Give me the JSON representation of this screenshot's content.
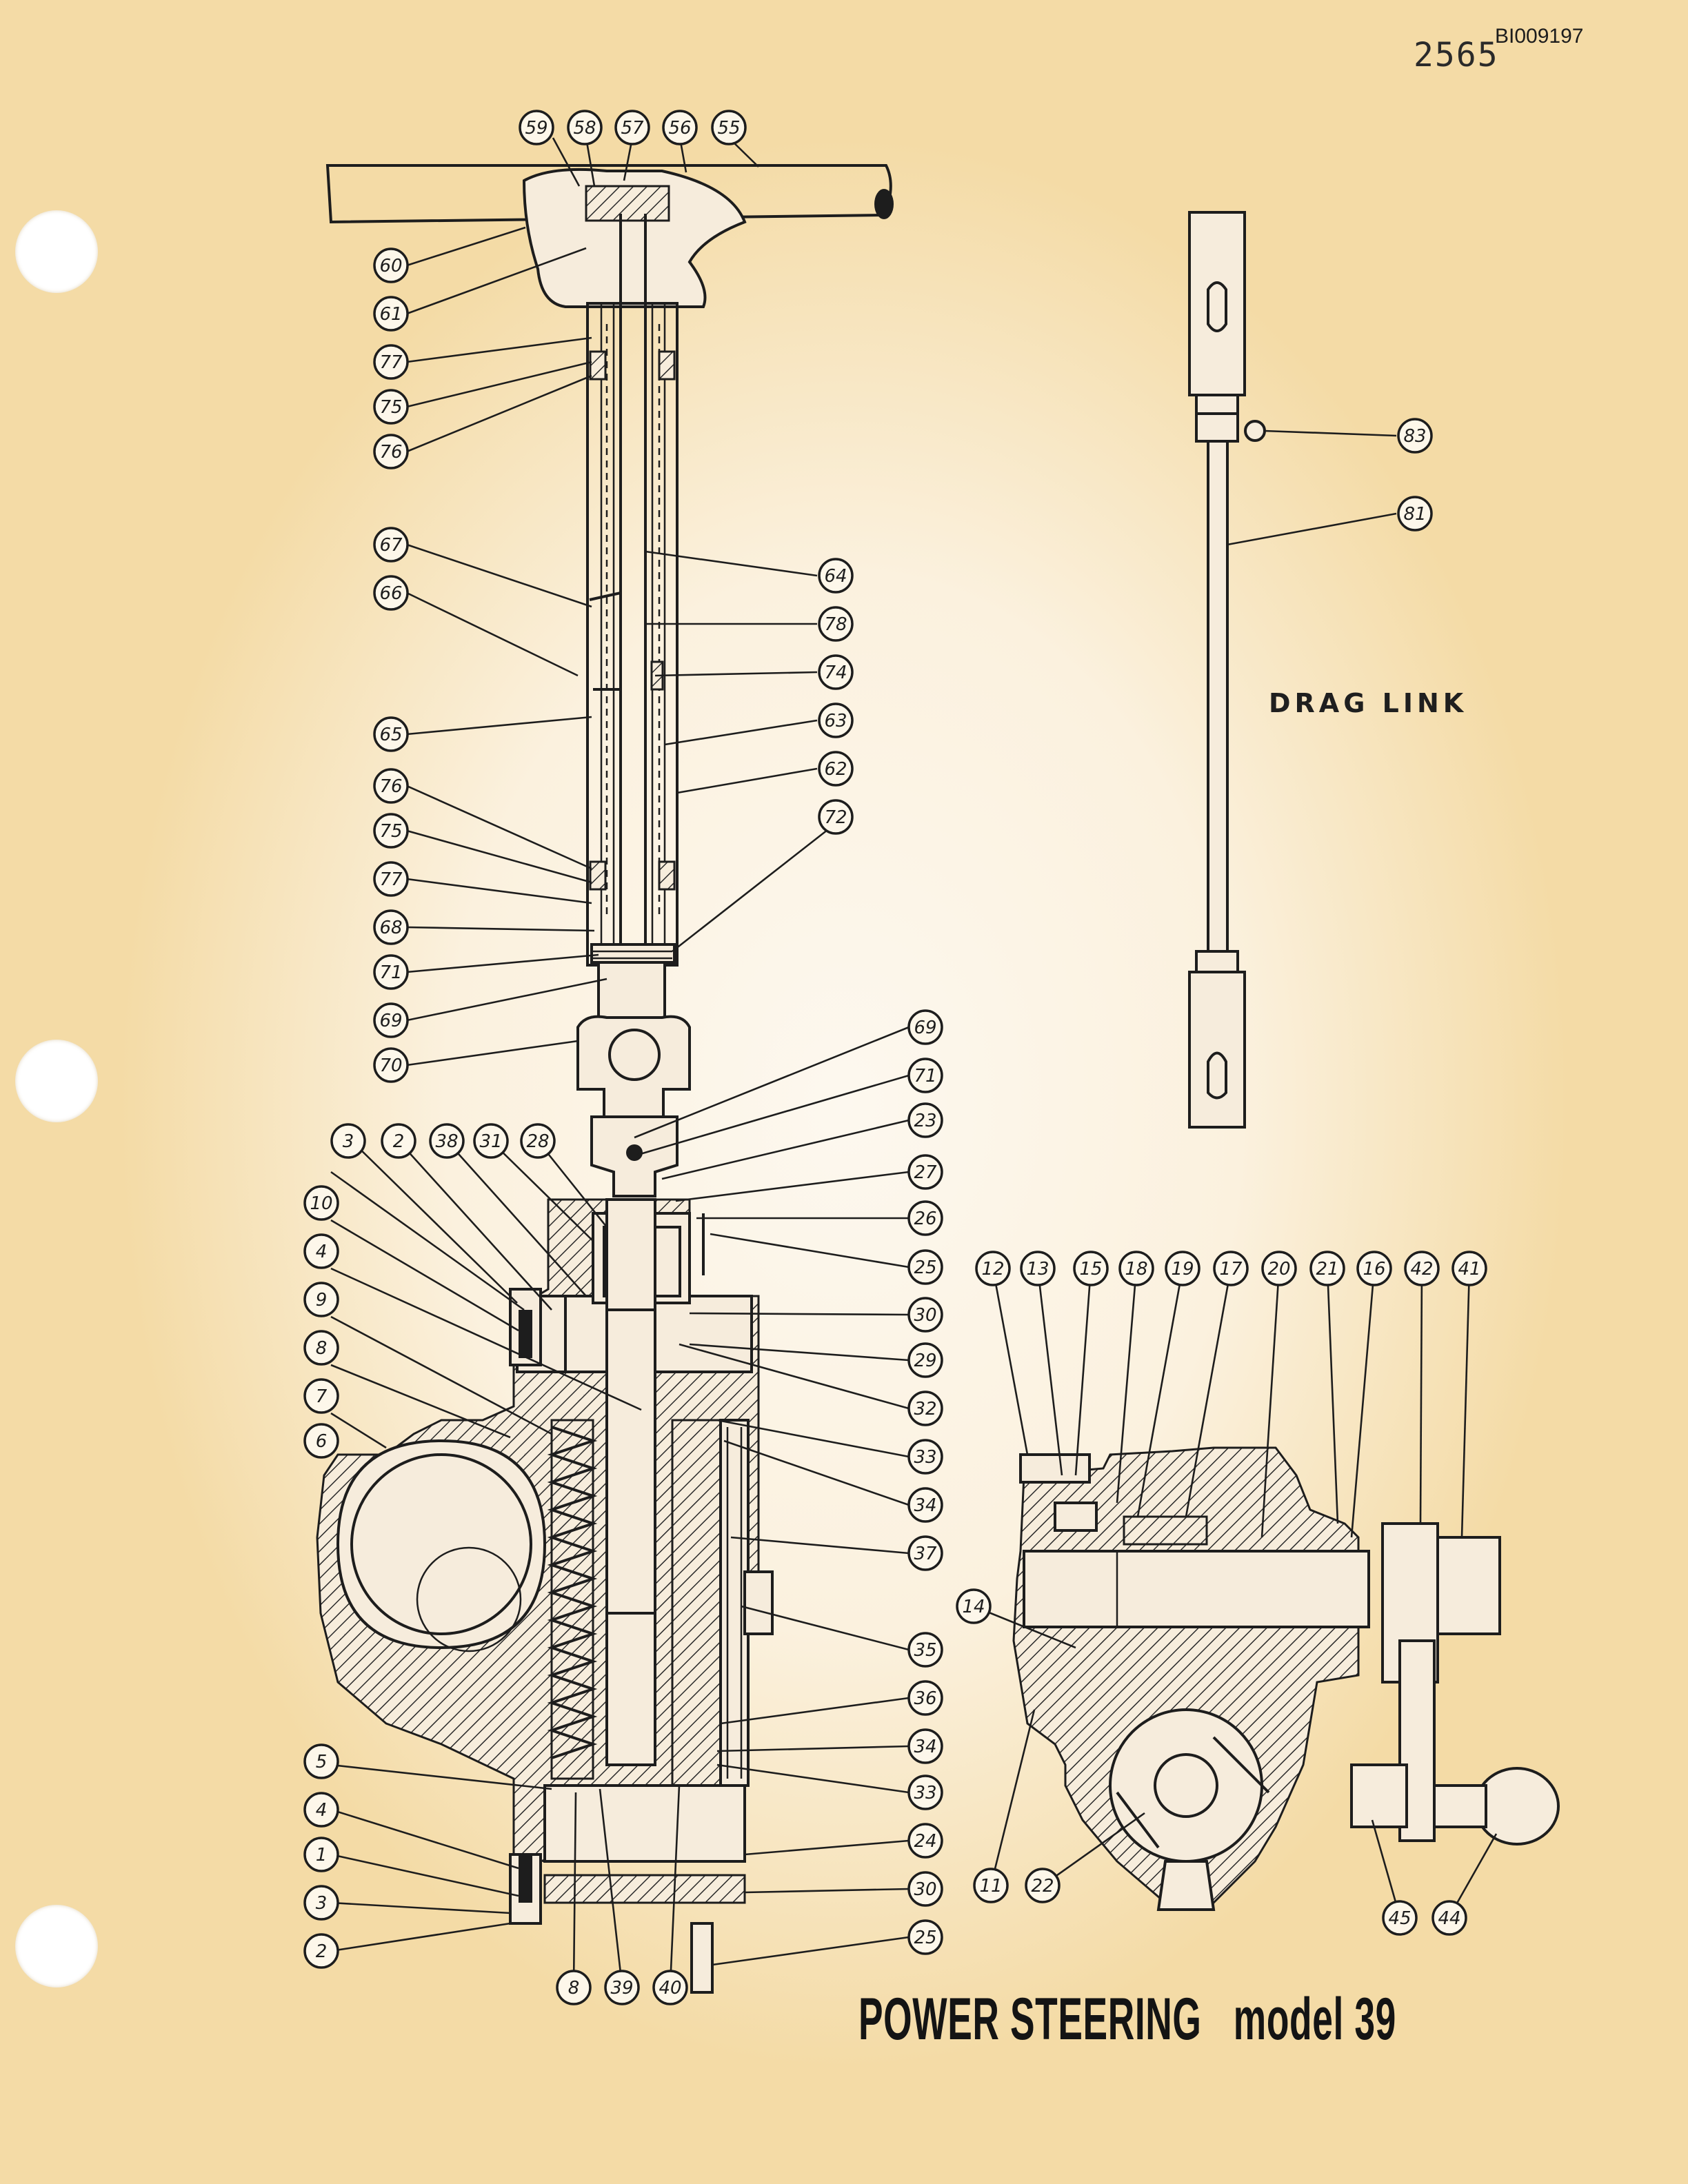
{
  "header": {
    "page_number": "2565",
    "doc_id": "BI009197"
  },
  "title": "POWER STEERING   model 39",
  "drag_link_label": "DRAG LINK",
  "callouts": [
    "59",
    "58",
    "57",
    "56",
    "55",
    "60",
    "61",
    "77",
    "75",
    "76",
    "67",
    "66",
    "65",
    "76",
    "75",
    "77",
    "68",
    "71",
    "69",
    "70",
    "64",
    "78",
    "74",
    "63",
    "62",
    "72",
    "83",
    "81",
    "69",
    "71",
    "23",
    "27",
    "26",
    "25",
    "30",
    "29",
    "32",
    "33",
    "34",
    "37",
    "35",
    "36",
    "34",
    "33",
    "24",
    "30",
    "25",
    "3",
    "2",
    "38",
    "31",
    "28",
    "10",
    "4",
    "9",
    "8",
    "7",
    "6",
    "5",
    "4",
    "1",
    "3",
    "2",
    "8",
    "39",
    "40",
    "12",
    "13",
    "15",
    "18",
    "19",
    "17",
    "20",
    "21",
    "16",
    "42",
    "41",
    "14",
    "11",
    "22",
    "45",
    "44"
  ]
}
